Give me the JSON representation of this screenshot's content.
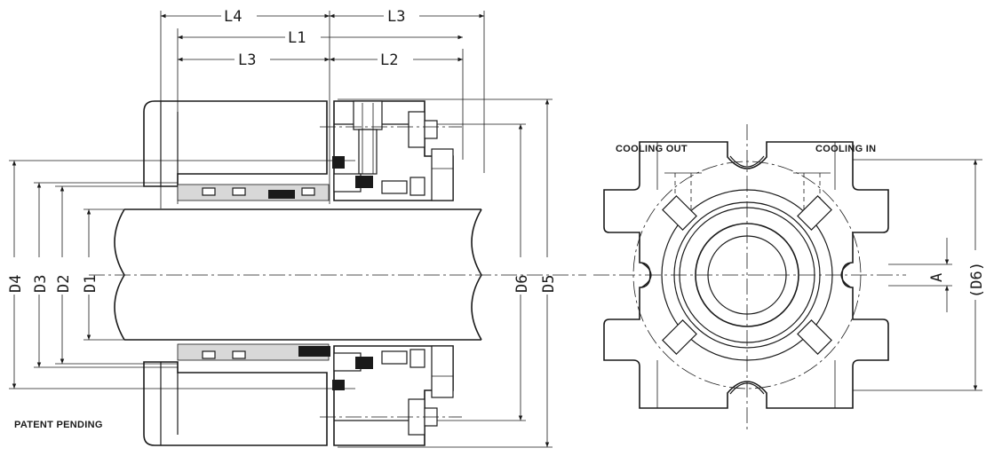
{
  "side_view": {
    "dimensions": {
      "L4": "L4",
      "L3_top": "L3",
      "L1": "L1",
      "L3_bottom": "L3",
      "L2": "L2",
      "D4": "D4",
      "D3": "D3",
      "D2": "D2",
      "D1": "D1",
      "D6": "D6",
      "D5": "D5"
    },
    "note": "PATENT PENDING"
  },
  "end_view": {
    "labels": {
      "cooling_out": "COOLING OUT",
      "cooling_in": "COOLING IN",
      "A": "A",
      "D6": "(D6)"
    }
  },
  "colors": {
    "line": "#1a1a1a",
    "background": "#ffffff"
  }
}
